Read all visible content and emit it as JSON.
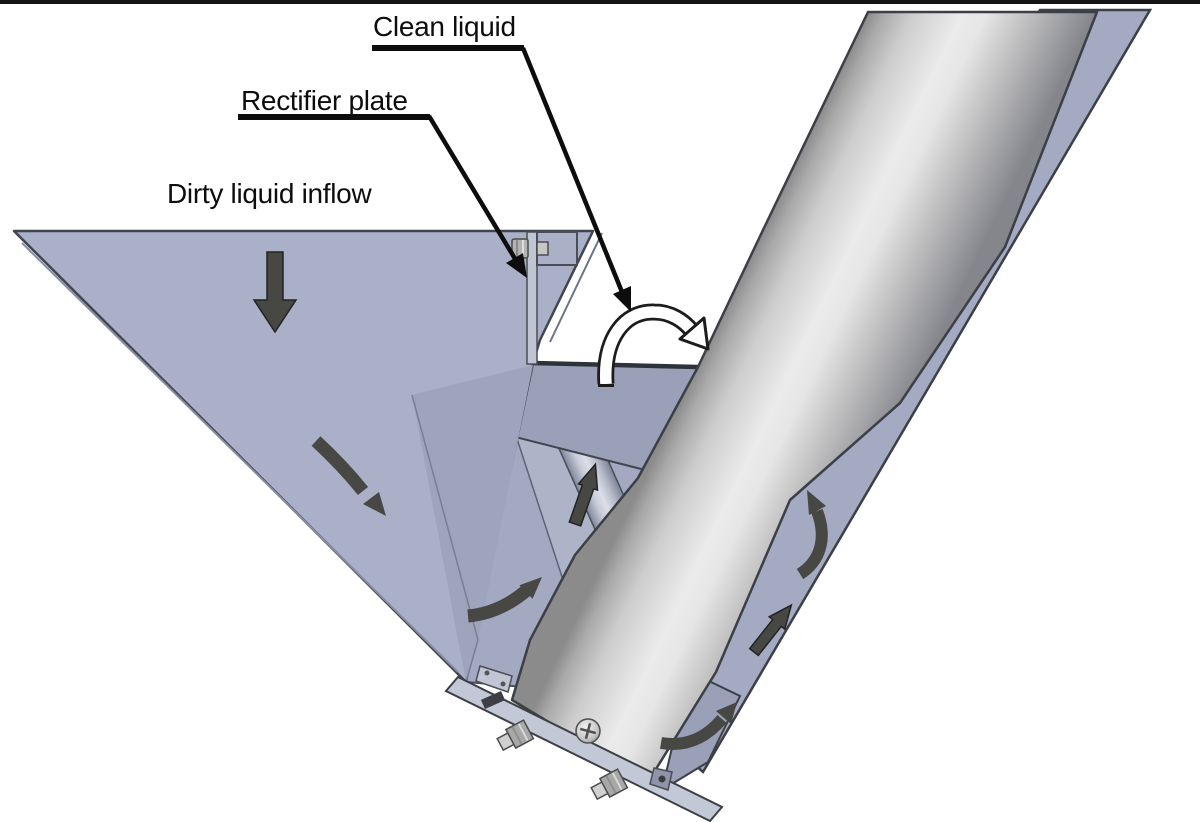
{
  "diagram": {
    "kind": "CAD flow annotation drawing",
    "labels": {
      "clean_liquid": "Clean liquid",
      "rectifier_plate": "Rectifier plate",
      "dirty_liquid_inflow": "Dirty liquid inflow"
    },
    "colors": {
      "background": "#ffffff",
      "ink": "#0d0d0d",
      "outline": "#40444d",
      "panel_light": "#a9b0c8",
      "panel_medium": "#99a0b8",
      "panel_shade": "#9da4bc",
      "panel_strip": "#a3aac2",
      "metal_bright": "#ebebeb",
      "metal_dark": "#8a8a8a",
      "flow_arrow_dark": "#474744",
      "flow_arrow_white": "#ffffff"
    },
    "flow_arrows": [
      {
        "name": "inflow-down-arrow",
        "style": "dark",
        "depicts": "dirty liquid falling into hopper"
      },
      {
        "name": "hopper-slope-curved-arrow",
        "style": "dark",
        "depicts": "flow along hopper slope"
      },
      {
        "name": "channel-entry-curved-arrow",
        "style": "dark",
        "depicts": "flow turning up into drum channel"
      },
      {
        "name": "channel-up-arrow",
        "style": "dark",
        "depicts": "flow rising along drum"
      },
      {
        "name": "clean-overflow-curved-arrow",
        "style": "white",
        "depicts": "clean liquid overflowing rectifier weir"
      },
      {
        "name": "drum-side-upper-curved-arrow",
        "style": "dark",
        "depicts": "flow climbing drum surface"
      },
      {
        "name": "drum-side-straight-arrow",
        "style": "dark",
        "depicts": "flow along drum side panel"
      },
      {
        "name": "drum-side-lower-curved-arrow",
        "style": "dark",
        "depicts": "flow turning around drum bottom"
      }
    ]
  }
}
